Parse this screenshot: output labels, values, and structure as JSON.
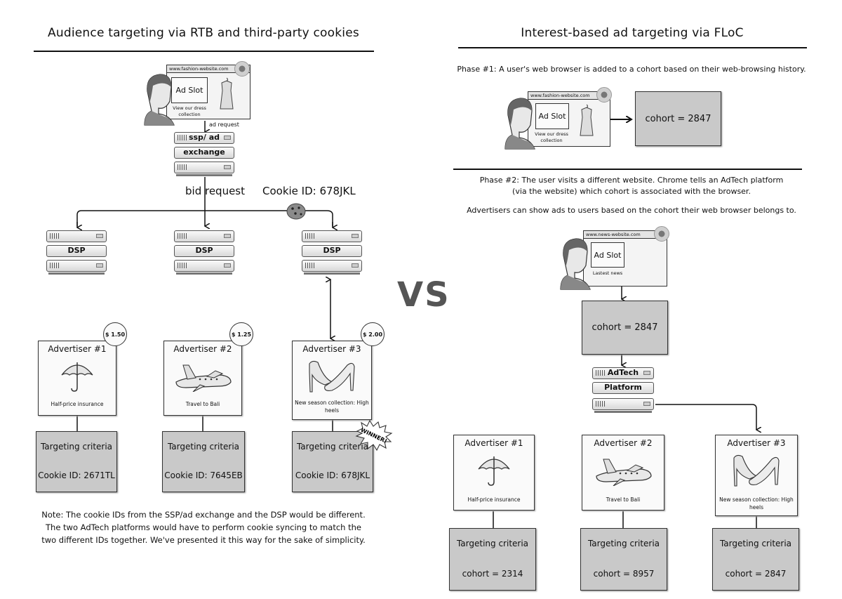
{
  "left": {
    "title": "Audience targeting via RTB and third-party cookies",
    "browser": {
      "url": "www.fashion-website.com",
      "ad_slot": "Ad Slot",
      "caption": "View our dress collection"
    },
    "ad_request_label": "ad request",
    "ssp": {
      "line1": "ssp/ ad",
      "line2": "exchange"
    },
    "bid_request_label": "bid request",
    "cookie_id_label": "Cookie ID: 678JKL",
    "dsps": [
      "DSP",
      "DSP",
      "DSP"
    ],
    "advertisers": [
      {
        "name": "Advertiser #1",
        "desc": "Half-price insurance",
        "bid": "$ 1.50",
        "criteria_title": "Targeting criteria",
        "criteria_value": "Cookie ID: 2671TL",
        "icon": "umbrella-icon"
      },
      {
        "name": "Advertiser #2",
        "desc": "Travel to Bali",
        "bid": "$ 1.25",
        "criteria_title": "Targeting criteria",
        "criteria_value": "Cookie ID: 7645EB",
        "icon": "airplane-icon"
      },
      {
        "name": "Advertiser #3",
        "desc": "New season collection: High heels",
        "bid": "$ 2.00",
        "criteria_title": "Targeting criteria",
        "criteria_value": "Cookie ID: 678JKL",
        "icon": "high-heels-icon"
      }
    ],
    "winner_label": "WINNER!",
    "note": "Note: The cookie IDs from the SSP/ad exchange and the DSP would be different. The two AdTech platforms would have to perform cookie syncing to match the two different IDs together. We've presented it this way for the sake of simplicity."
  },
  "vs_label": "VS",
  "right": {
    "title": "Interest-based ad targeting via FLoC",
    "phase1": "Phase #1: A user's web browser  is added to a cohort based on their web-browsing history.",
    "browser1": {
      "url": "www.fashion-website.com",
      "ad_slot": "Ad Slot",
      "caption": "View our dress collection"
    },
    "cohort1": "cohort = 2847",
    "phase2_line1": "Phase #2: The user visits a different website. Chrome tells an AdTech platform",
    "phase2_line2": "(via the website) which cohort is associated with the browser.",
    "phase2_line3": "Advertisers can show ads to users based on the cohort their web browser belongs to.",
    "browser2": {
      "url": "www.news-website.com",
      "ad_slot": "Ad Slot",
      "caption": "Lastest news"
    },
    "cohort2": "cohort = 2847",
    "adtech": {
      "line1": "AdTech",
      "line2": "Platform"
    },
    "advertisers": [
      {
        "name": "Advertiser #1",
        "desc": "Half-price insurance",
        "criteria_title": "Targeting criteria",
        "criteria_value": "cohort = 2314",
        "icon": "umbrella-icon"
      },
      {
        "name": "Advertiser #2",
        "desc": "Travel to Bali",
        "criteria_title": "Targeting criteria",
        "criteria_value": "cohort = 8957",
        "icon": "airplane-icon"
      },
      {
        "name": "Advertiser #3",
        "desc": "New season collection: High heels",
        "criteria_title": "Targeting criteria",
        "criteria_value": "cohort = 2847",
        "icon": "high-heels-icon"
      }
    ]
  }
}
